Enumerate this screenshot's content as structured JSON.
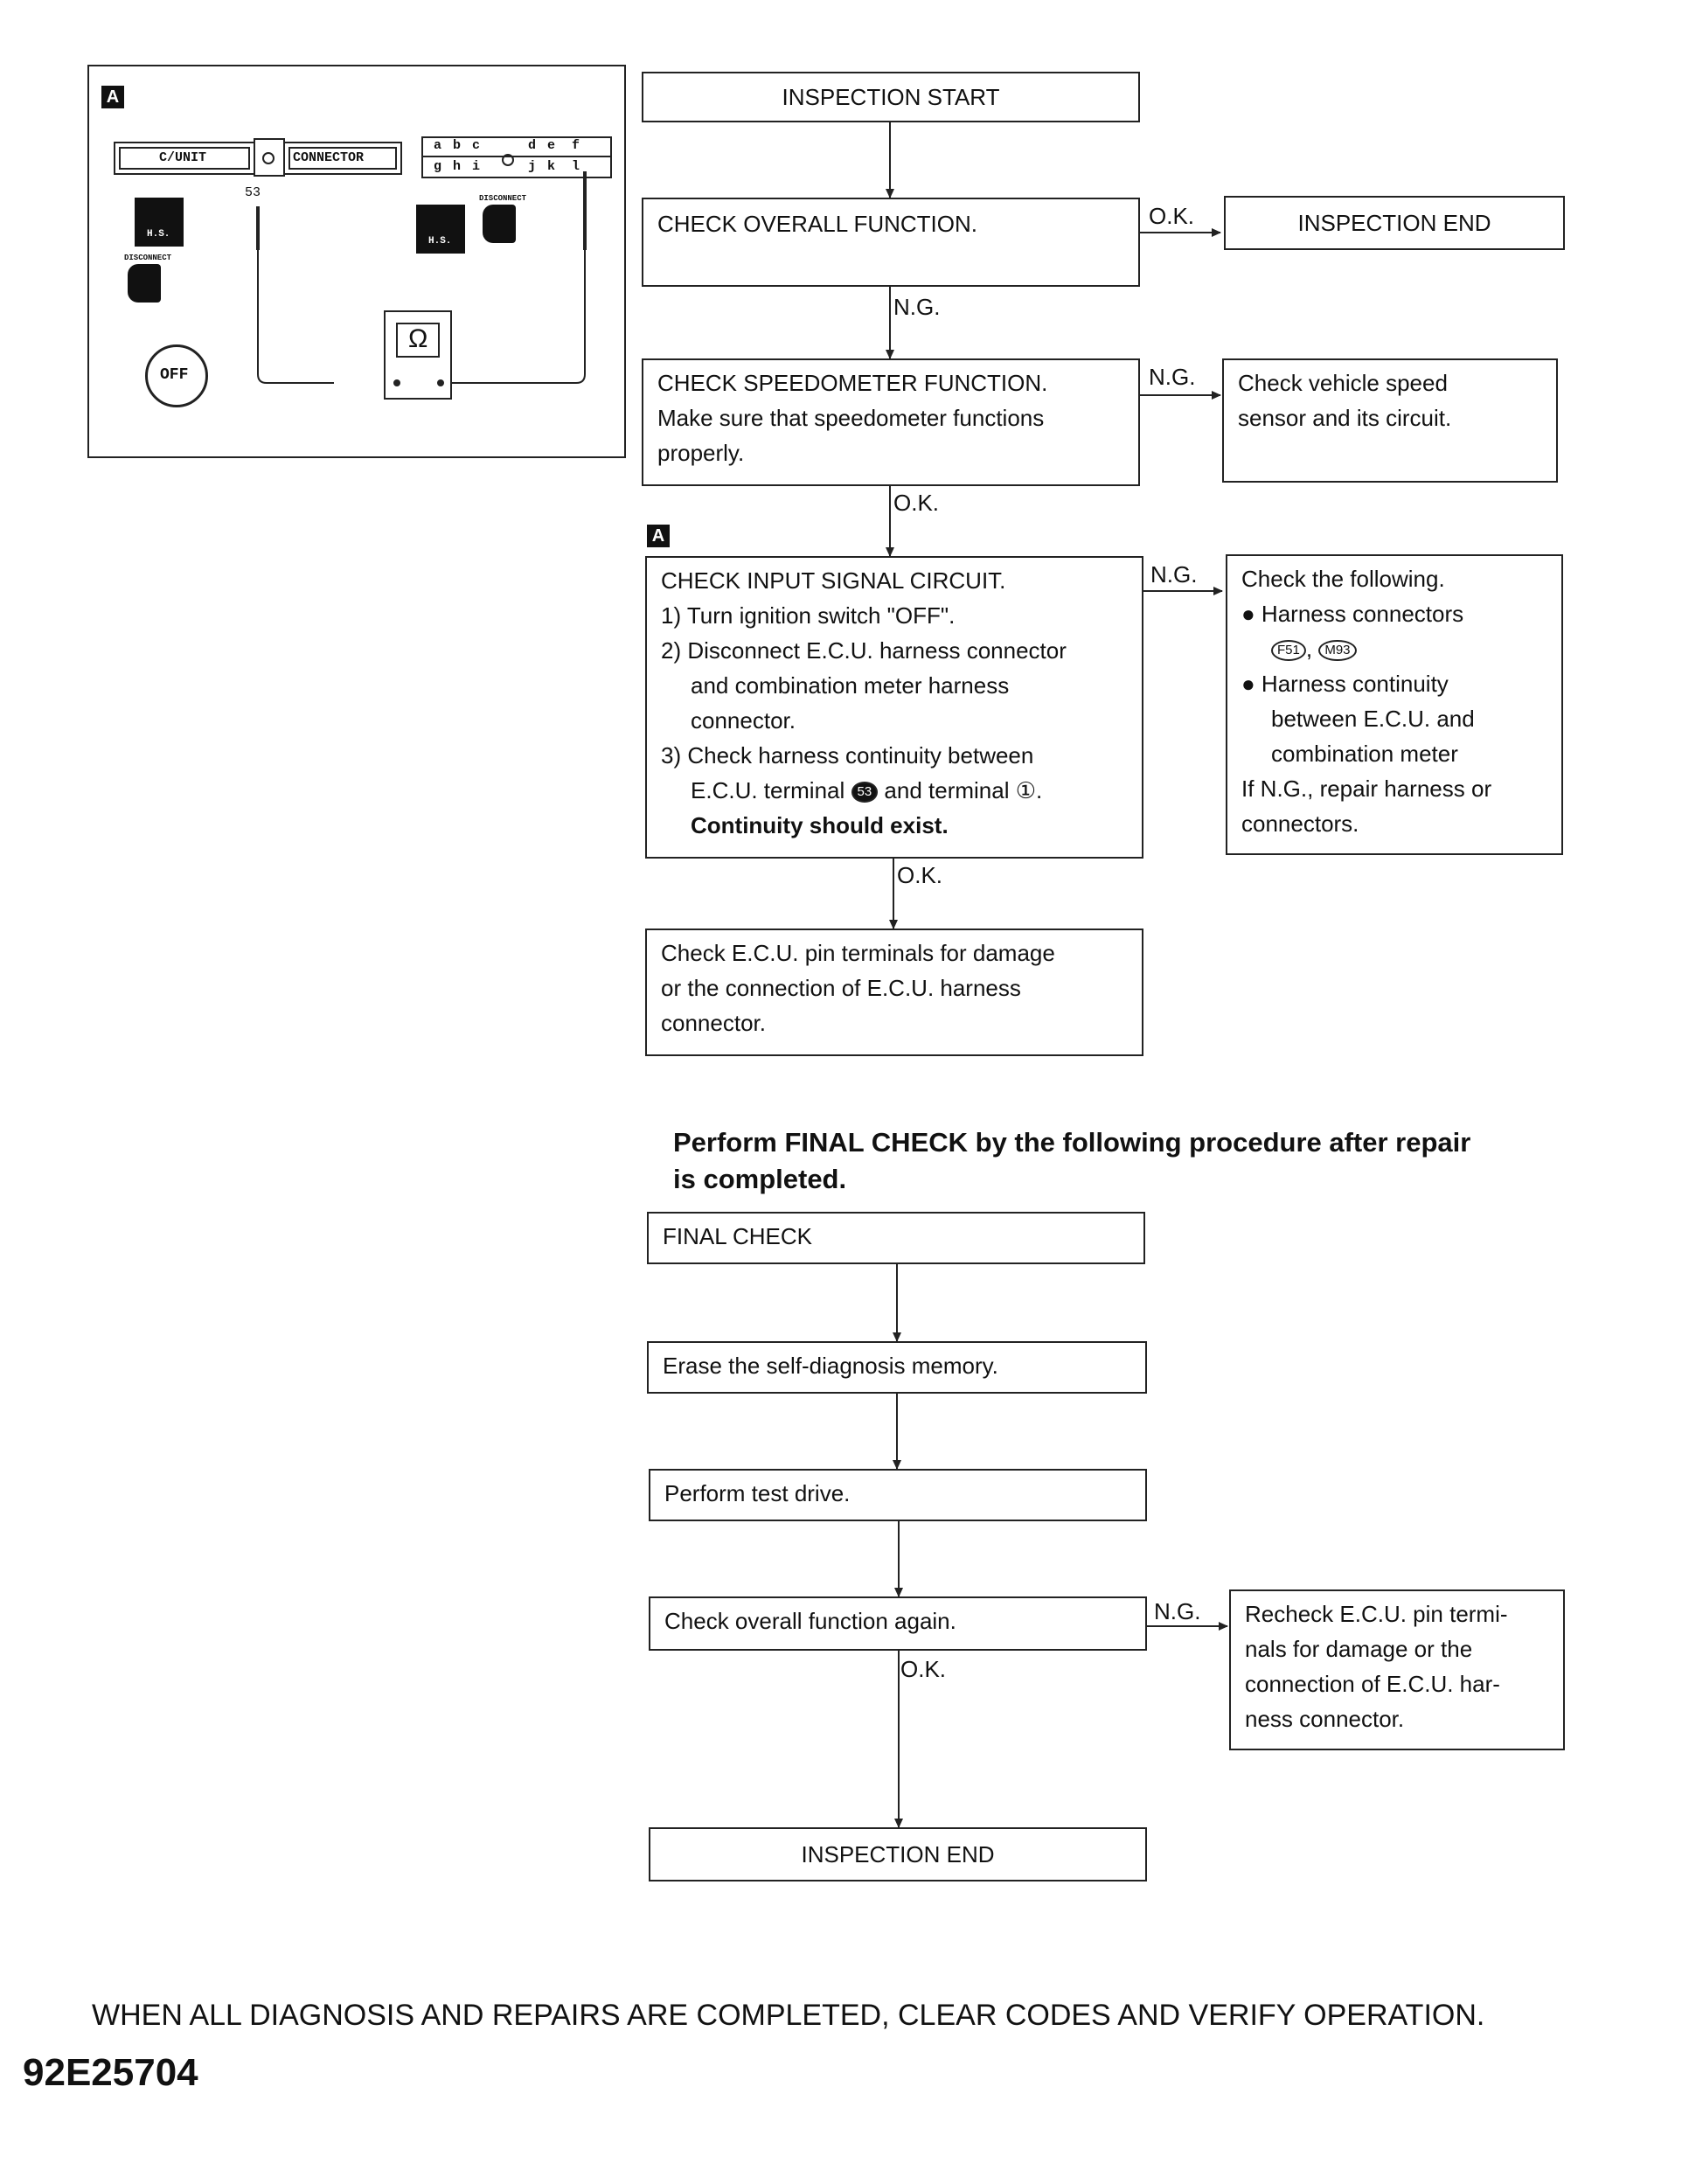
{
  "figure_marker": "A",
  "illustration": {
    "cunit_label": "C/UNIT",
    "connector_label": "CONNECTOR",
    "pin_53": "53",
    "pin_grid_top": [
      "a",
      "b",
      "c",
      "d",
      "e",
      "f"
    ],
    "pin_grid_bottom": [
      "g",
      "h",
      "i",
      "j",
      "k",
      "l"
    ],
    "hs_label": "H.S.",
    "disconnect_label": "DISCONNECT",
    "ohm_symbol": "Ω",
    "off_label": "OFF"
  },
  "flow": {
    "start": "INSPECTION START",
    "overall": "CHECK OVERALL FUNCTION.",
    "end_top": "INSPECTION END",
    "speedo": [
      "CHECK SPEEDOMETER FUNCTION.",
      "Make sure that speedometer functions",
      "properly."
    ],
    "vss": [
      "Check vehicle speed",
      "sensor and its circuit."
    ],
    "input_marker": "A",
    "input": {
      "title": "CHECK INPUT SIGNAL CIRCUIT.",
      "l1": "1) Turn ignition switch \"OFF\".",
      "l2": "2) Disconnect E.C.U. harness connector",
      "l2b": "and combination meter harness",
      "l2c": "connector.",
      "l3": "3) Check harness continuity between",
      "l3b_a": "E.C.U. terminal",
      "l3b_t1": "53",
      "l3b_b": "and terminal",
      "l3b_t2": "①.",
      "l4": "Continuity should exist."
    },
    "following": {
      "title": "Check the following.",
      "b1": "● Harness connectors",
      "b1_c1": "F51",
      "b1_sep": ",",
      "b1_c2": "M93",
      "b2": "● Harness continuity",
      "b2b": "between E.C.U. and",
      "b2c": "combination meter",
      "b3": "If N.G., repair harness or",
      "b3b": "connectors."
    },
    "pins": [
      "Check E.C.U. pin terminals for damage",
      "or the connection of E.C.U. harness",
      "connector."
    ]
  },
  "labels": {
    "ok": "O.K.",
    "ng": "N.G."
  },
  "final": {
    "heading_1": "Perform FINAL CHECK by the following procedure after repair",
    "heading_2": "is completed.",
    "check": "FINAL CHECK",
    "erase": "Erase the self-diagnosis memory.",
    "drive": "Perform test drive.",
    "again": "Check overall function again.",
    "recheck": [
      "Recheck E.C.U. pin termi-",
      "nals for damage or the",
      "connection of E.C.U. har-",
      "ness connector."
    ],
    "end": "INSPECTION END"
  },
  "footer": "WHEN ALL DIAGNOSIS AND REPAIRS ARE COMPLETED, CLEAR CODES AND VERIFY OPERATION.",
  "code": "92E25704"
}
